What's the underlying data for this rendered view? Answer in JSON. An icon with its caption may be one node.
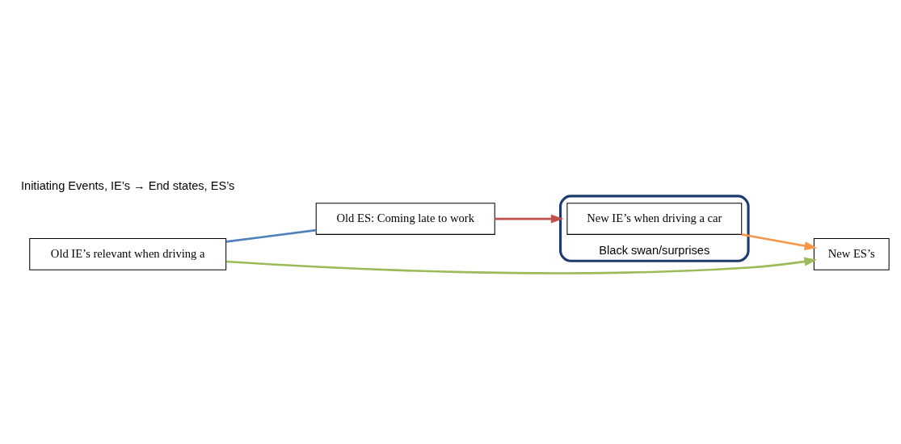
{
  "diagram": {
    "nodes": [
      {
        "text": [
          "Old IE’s relevant when driving a"
        ]
      },
      {
        "text": [
          "Old ES: Coming late to work"
        ]
      },
      {
        "text": [
          "Black swan/surprises"
        ]
      },
      {
        "text": [
          "New IE’s when driving a car"
        ],
        "in": 2
      },
      {
        "text": [
          "New ES’s"
        ]
      }
    ],
    "edges": [
      {
        "from": 0,
        "to": 1,
        "arrow": "none",
        "color": "#4f81bd"
      },
      {
        "from": 1,
        "to": 2,
        "arrow": "to",
        "color": "#c0504d"
      },
      {
        "from": 0,
        "to": 4,
        "arrow": "to",
        "color": "#9bbb59"
      },
      {
        "from": 3,
        "to": 4,
        "arrow": "to",
        "color": "#f79646"
      }
    ],
    "labels": [
      "Initiating Events, IE’s → End states, ES’s"
    ]
  }
}
